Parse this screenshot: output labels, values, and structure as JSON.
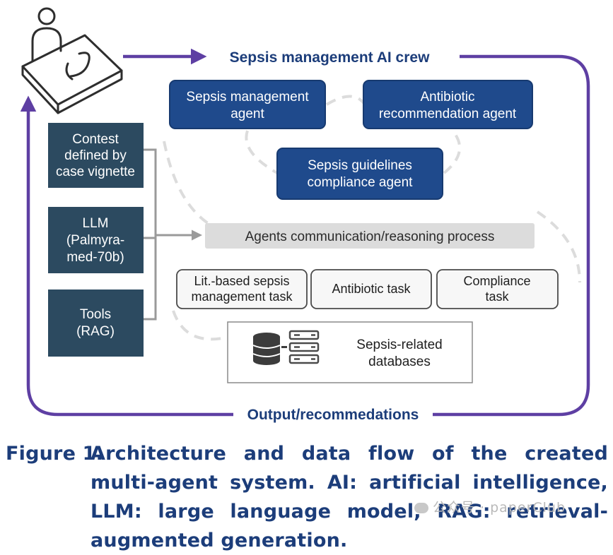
{
  "title": "Sepsis management AI crew",
  "output_label": "Output/recommedations",
  "inputs": [
    {
      "line1": "Contest",
      "line2": "defined by",
      "line3": "case vignette"
    },
    {
      "line1": "LLM",
      "line2": "(Palmyra-",
      "line3": "med-70b)"
    },
    {
      "line1": "Tools",
      "line2": "(RAG)"
    }
  ],
  "agents": [
    {
      "line1": "Sepsis management",
      "line2": "agent"
    },
    {
      "line1": "Antibiotic",
      "line2": "recommendation agent"
    },
    {
      "line1": "Sepsis guidelines",
      "line2": "compliance agent"
    }
  ],
  "process_label": "Agents communication/reasoning process",
  "tasks": [
    {
      "line1": "Lit.-based sepsis",
      "line2": "management task"
    },
    {
      "line1": "Antibiotic task"
    },
    {
      "line1": "Compliance",
      "line2": "task"
    }
  ],
  "databases": {
    "line1": "Sepsis-related",
    "line2": "databases"
  },
  "icons": [
    "patient-bed-icon",
    "database-icon",
    "server-rack-icon"
  ],
  "colors": {
    "agent_fill": "#1f4a8c",
    "input_fill": "#2c4a60",
    "flow_line": "#5e3fa3",
    "title_text": "#1c3d7a",
    "process_fill": "#dcdcdc",
    "connector": "#9a9a9a"
  },
  "caption": {
    "label": "Figure 1.",
    "text": "Architecture and data flow of the created multi-agent system. AI: artificial intelligence, LLM: large language model, RAG: retrieval-augmented generation."
  },
  "watermark": "公众号 · paperClub"
}
